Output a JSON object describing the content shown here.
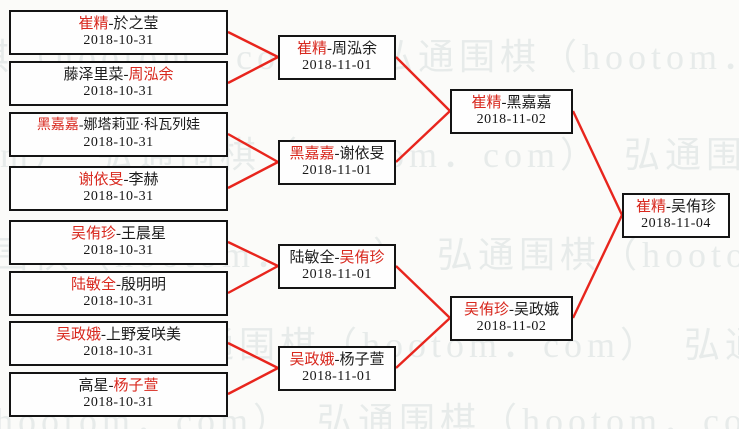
{
  "separator": "-",
  "watermark": {
    "text": "弘通围棋（hootom．com）　弘通围棋（hootom．com）　弘通围棋（hootom．com）"
  },
  "colors": {
    "line_red": "#e8251d",
    "winner_red": "#d8281e",
    "box_border": "#141414",
    "background": "#fbfbf9"
  },
  "bracket": {
    "rounds": [
      {
        "name": "round-1",
        "matches": [
          {
            "p1": "崔精",
            "p2": "於之莹",
            "win": "left",
            "date": "2018-10-31"
          },
          {
            "p1": "藤泽里菜",
            "p2": "周泓余",
            "win": "right",
            "date": "2018-10-31"
          },
          {
            "p1": "黑嘉嘉",
            "p2": "娜塔莉亚·科瓦列娃",
            "win": "left",
            "date": "2018-10-31"
          },
          {
            "p1": "谢依旻",
            "p2": "李赫",
            "win": "left",
            "date": "2018-10-31"
          },
          {
            "p1": "吴侑珍",
            "p2": "王晨星",
            "win": "left",
            "date": "2018-10-31"
          },
          {
            "p1": "陆敏全",
            "p2": "殷明明",
            "win": "left",
            "date": "2018-10-31"
          },
          {
            "p1": "吴政娥",
            "p2": "上野爱咲美",
            "win": "left",
            "date": "2018-10-31"
          },
          {
            "p1": "高星",
            "p2": "杨子萱",
            "win": "right",
            "date": "2018-10-31"
          }
        ]
      },
      {
        "name": "round-2",
        "matches": [
          {
            "p1": "崔精",
            "p2": "周泓余",
            "win": "left",
            "date": "2018-11-01"
          },
          {
            "p1": "黑嘉嘉",
            "p2": "谢依旻",
            "win": "left",
            "date": "2018-11-01"
          },
          {
            "p1": "陆敏全",
            "p2": "吴侑珍",
            "win": "right",
            "date": "2018-11-01"
          },
          {
            "p1": "吴政娥",
            "p2": "杨子萱",
            "win": "left",
            "date": "2018-11-01"
          }
        ]
      },
      {
        "name": "semifinals",
        "matches": [
          {
            "p1": "崔精",
            "p2": "黑嘉嘉",
            "win": "left",
            "date": "2018-11-02"
          },
          {
            "p1": "吴侑珍",
            "p2": "吴政娥",
            "win": "left",
            "date": "2018-11-02"
          }
        ]
      },
      {
        "name": "final",
        "matches": [
          {
            "p1": "崔精",
            "p2": "吴侑珍",
            "win": "left",
            "date": "2018-11-04"
          }
        ]
      }
    ]
  }
}
